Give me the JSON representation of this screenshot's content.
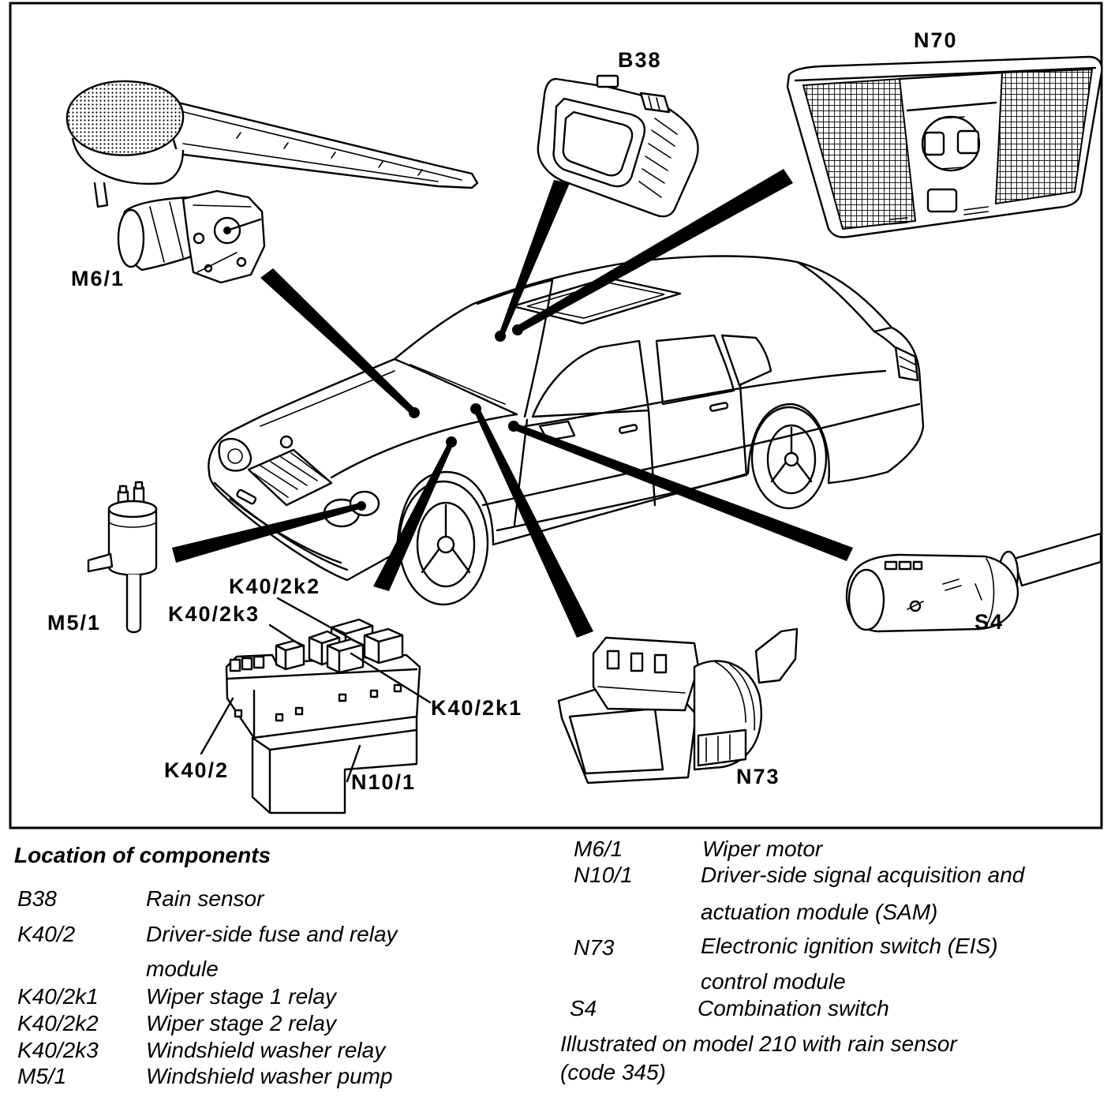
{
  "diagram": {
    "callouts": {
      "b38": "B38",
      "n70": "N70",
      "m6_1": "M6/1",
      "m5_1": "M5/1",
      "k40_2k2": "K40/2k2",
      "k40_2k3": "K40/2k3",
      "k40_2k1": "K40/2k1",
      "k40_2": "K40/2",
      "n10_1": "N10/1",
      "n73": "N73",
      "s4": "S4"
    }
  },
  "legend": {
    "title": "Location of components",
    "left": [
      {
        "code": "B38",
        "desc": [
          "Rain sensor"
        ]
      },
      {
        "code": "K40/2",
        "desc": [
          "Driver-side fuse and relay",
          "module"
        ]
      },
      {
        "code": "K40/2k1",
        "desc": [
          "Wiper stage 1 relay"
        ]
      },
      {
        "code": "K40/2k2",
        "desc": [
          "Wiper stage 2 relay"
        ]
      },
      {
        "code": "K40/2k3",
        "desc": [
          "Windshield washer relay"
        ]
      },
      {
        "code": "M5/1",
        "desc": [
          "Windshield washer pump"
        ]
      }
    ],
    "right": [
      {
        "code": "M6/1",
        "desc": [
          "Wiper motor"
        ]
      },
      {
        "code": "N10/1",
        "desc": [
          "Driver-side signal acquisition and",
          "actuation module (SAM)"
        ]
      },
      {
        "code": "N73",
        "desc": [
          "Electronic ignition switch (EIS)",
          "control module"
        ]
      },
      {
        "code": "S4",
        "desc": [
          "Combination switch"
        ]
      }
    ],
    "note": [
      "Illustrated on model 210 with rain sensor",
      "(code 345)"
    ]
  }
}
